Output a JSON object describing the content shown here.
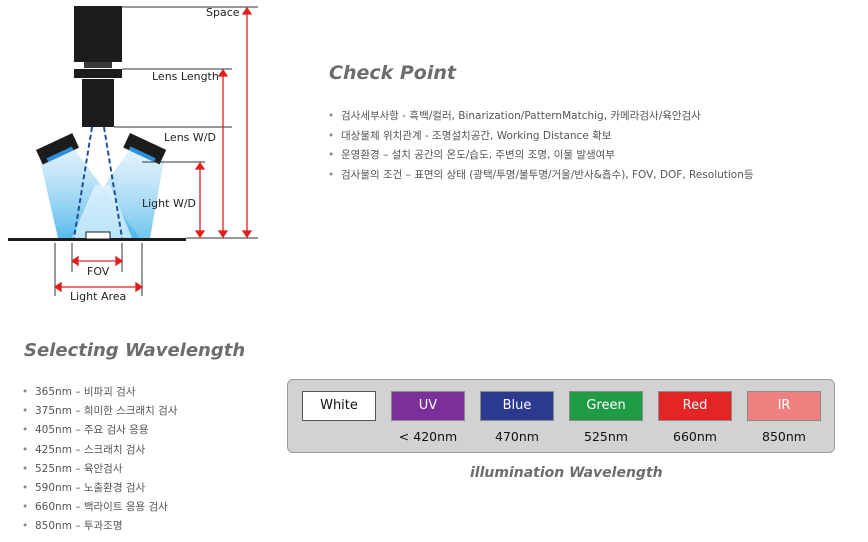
{
  "diagram": {
    "labels": {
      "space": "Space",
      "lens_length": "Lens Length",
      "lens_wd": "Lens W/D",
      "light_wd": "Light W/D",
      "fov": "FOV",
      "light_area": "Light Area"
    },
    "colors": {
      "arrow": "#e02020",
      "light": "#9bd2f0",
      "light_edge": "#2060b0",
      "body": "#1c1c1c"
    }
  },
  "check_point": {
    "title": "Check Point",
    "items": [
      "검사세부사항 - 흑백/컬러, Binarization/PatternMatchig, 카메라검사/육안검사",
      "대상물체 위치관계 - 조명설치공간, Working Distance 확보",
      "운영환경 – 설치 공간의 온도/습도, 주변의 조명, 이물 발생여부",
      "검사물의 조건 – 표면의 상태 (광택/투명/불투명/거울/반사&흡수), FOV, DOF, Resolution등"
    ]
  },
  "selecting_wavelength": {
    "title": "Selecting Wavelength",
    "items": [
      "365nm – 비파괴 검사",
      "375nm – 희미한 스크래치 검사",
      "405nm – 주요 검사 응용",
      "425nm – 스크래치 검사",
      "525nm – 육안검사",
      "590nm – 노출환경 검사",
      "660nm – 백라이트 응용 검사",
      "850nm – 투과조명"
    ]
  },
  "illumination": {
    "caption": "illumination  Wavelength",
    "swatches": [
      {
        "label": "White",
        "value": "",
        "color": "#ffffff"
      },
      {
        "label": "UV",
        "value": "< 420nm",
        "color": "#7a2f9a"
      },
      {
        "label": "Blue",
        "value": "470nm",
        "color": "#2b3a8f"
      },
      {
        "label": "Green",
        "value": "525nm",
        "color": "#1f9a45"
      },
      {
        "label": "Red",
        "value": "660nm",
        "color": "#e52425"
      },
      {
        "label": "IR",
        "value": "850nm",
        "color": "#f08080"
      }
    ]
  }
}
